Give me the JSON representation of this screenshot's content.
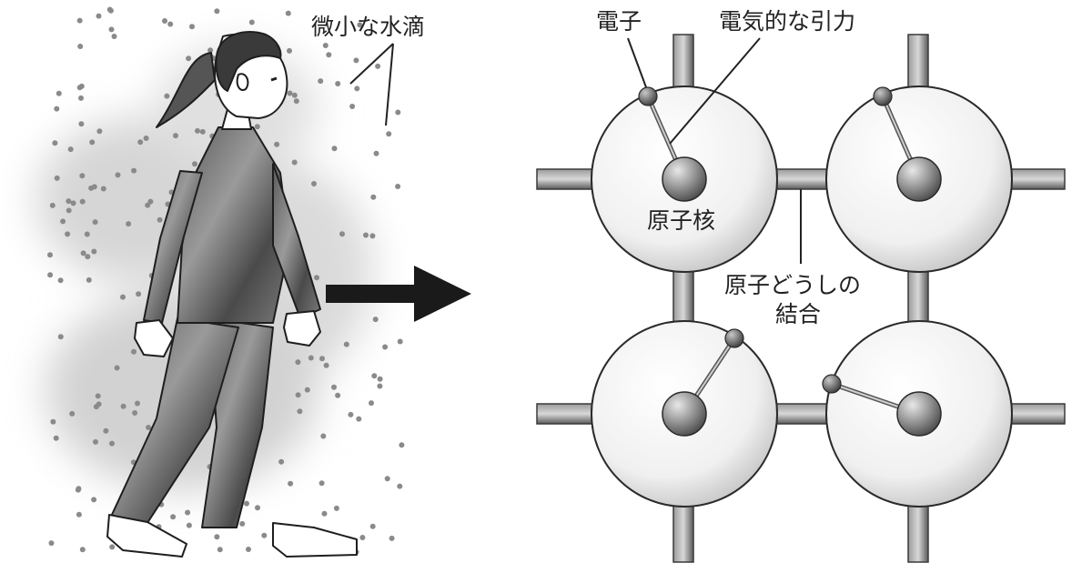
{
  "labels": {
    "droplets": "微小な水滴",
    "electron": "電子",
    "attraction": "電気的な引力",
    "nucleus": "原子核",
    "bond_line1": "原子どうしの",
    "bond_line2": "結合"
  },
  "colors": {
    "background": "#ffffff",
    "ink": "#222222",
    "droplet": "#8a8a8a",
    "rod": "#707070",
    "arrow": "#1a1a1a"
  },
  "icons": {
    "person": "walking-woman-icon",
    "arrow": "arrow-right-icon"
  }
}
